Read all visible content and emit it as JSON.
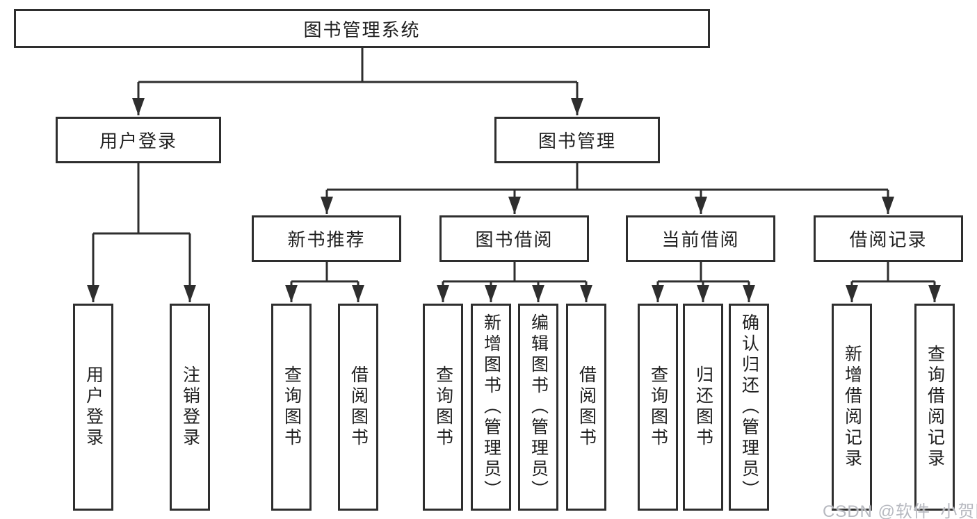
{
  "diagram": {
    "root": "图书管理系统",
    "level2": [
      "用户登录",
      "图书管理"
    ],
    "level3": [
      "新书推荐",
      "图书借阅",
      "当前借阅",
      "借阅记录"
    ],
    "user_login_children": [
      "用户登录",
      "注销登录"
    ],
    "new_book_children": [
      "查询图书",
      "借阅图书"
    ],
    "book_borrow_children": [
      "查询图书",
      "新增图书（管理员）",
      "编辑图书（管理员）",
      "借阅图书"
    ],
    "current_borrow_children": [
      "查询图书",
      "归还图书",
      "确认归还（管理员）"
    ],
    "record_children": [
      "新增借阅记录",
      "查询借阅记录"
    ]
  },
  "watermark": "CSDN @软件_小贺同学",
  "colors": {
    "line": "#2e2e2e",
    "box_border": "#2e2e2e",
    "text": "#1f1f1f",
    "watermark": "#b7b9c0",
    "background": "#ffffff"
  }
}
